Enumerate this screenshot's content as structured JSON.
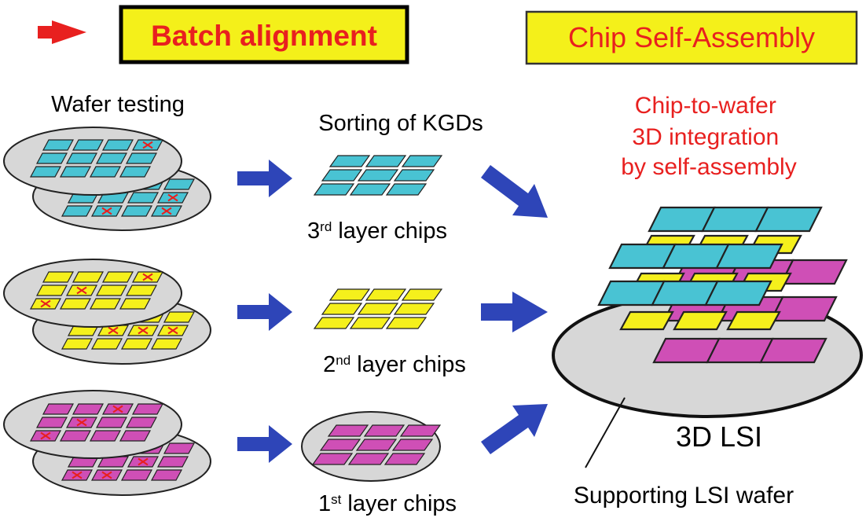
{
  "header": {
    "batch_alignment": "Batch alignment",
    "chip_self_assembly": "Chip Self-Assembly"
  },
  "labels": {
    "wafer_testing": "Wafer testing",
    "sorting_of_kgds": "Sorting of KGDs",
    "c2w_line1": "Chip-to-wafer",
    "c2w_line2": "3D integration",
    "c2w_line3": "by self-assembly",
    "lsi_3d": "3D LSI",
    "supporting_wafer": "Supporting LSI wafer"
  },
  "layers": {
    "third": {
      "num": "3",
      "sup": "rd",
      "text": " layer chips"
    },
    "second": {
      "num": "2",
      "sup": "nd",
      "text": " layer chips"
    },
    "first": {
      "num": "1",
      "sup": "st",
      "text": " layer chips"
    }
  },
  "colors": {
    "cyan": "#49c3d3",
    "yellow": "#f5f01c",
    "magenta": "#cf4fb6",
    "wafer_gray": "#d7d7d7",
    "arrow_blue": "#2e45b8",
    "red": "#e8201f",
    "header_yellow": "#f4f01a"
  }
}
